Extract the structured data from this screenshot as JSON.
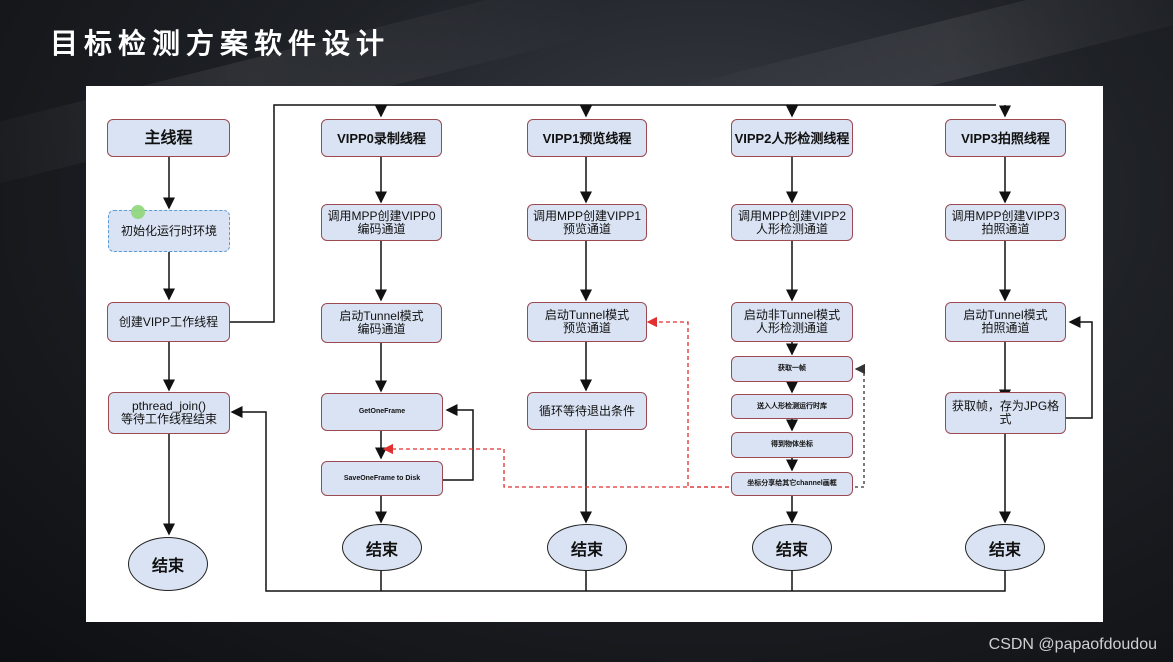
{
  "slide": {
    "title": "目标检测方案软件设计",
    "credit": "CSDN @papaofdoudou"
  },
  "columns": {
    "main": {
      "head": "主线程",
      "steps": [
        "初始化运行时环境",
        "创建VIPP工作线程",
        "pthread_join()\n等待工作线程结束"
      ],
      "end": "结束"
    },
    "vipp0": {
      "head": "VIPP0录制线程",
      "steps": [
        "调用MPP创建VIPP0\n编码通道",
        "启动Tunnel模式\n编码通道",
        "GetOneFrame",
        "SaveOneFrame to Disk"
      ],
      "end": "结束"
    },
    "vipp1": {
      "head": "VIPP1预览线程",
      "steps": [
        "调用MPP创建VIPP1\n预览通道",
        "启动Tunnel模式\n预览通道",
        "循环等待退出条件"
      ],
      "end": "结束"
    },
    "vipp2": {
      "head": "VIPP2人形检测线程",
      "steps": [
        "调用MPP创建VIPP2\n人形检测通道",
        "启动非Tunnel模式\n人形检测通道",
        "获取一帧",
        "送入人形检测运行时库",
        "得到物体坐标",
        "坐标分享给其它channel画框"
      ],
      "end": "结束"
    },
    "vipp3": {
      "head": "VIPP3拍照线程",
      "steps": [
        "调用MPP创建VIPP3\n拍照通道",
        "启动Tunnel模式\n拍照通道",
        "获取帧，存为JPG格式"
      ],
      "end": "结束"
    }
  },
  "colors": {
    "box_fill": "#dae3f3",
    "box_border": "#9b4a52",
    "arrow": "#111111",
    "dashed_feedback": "#e03030"
  }
}
